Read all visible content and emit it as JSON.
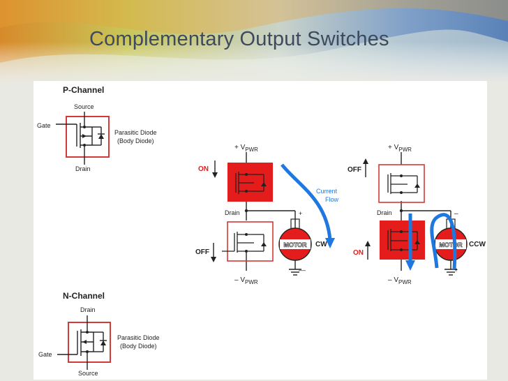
{
  "slide": {
    "title": "Complementary Output Switches"
  },
  "p_channel": {
    "heading": "P-Channel",
    "source": "Source",
    "gate": "Gate",
    "drain": "Drain",
    "diode_line1": "Parasitic Diode",
    "diode_line2": "(Body Diode)"
  },
  "n_channel": {
    "heading": "N-Channel",
    "drain": "Drain",
    "gate": "Gate",
    "source": "Source",
    "diode_line1": "Parasitic Diode",
    "diode_line2": "(Body Diode)"
  },
  "cw_circuit": {
    "vpwr_top": "+ V",
    "vpwr_bottom": "– V",
    "vpwr_sub": "PWR",
    "top_switch_state": "ON",
    "bottom_switch_state": "OFF",
    "drain": "Drain",
    "motor": "MOTOR",
    "direction": "CW",
    "plus": "+",
    "minus": "––",
    "flow_line1": "Current",
    "flow_line2": "Flow"
  },
  "ccw_circuit": {
    "vpwr_top": "+ V",
    "vpwr_bottom": "– V",
    "vpwr_sub": "PWR",
    "top_switch_state": "OFF",
    "bottom_switch_state": "ON",
    "drain": "Drain",
    "motor": "MOTOR",
    "direction": "CCW",
    "plus": "+",
    "minus": "–"
  },
  "colors": {
    "on_red": "#e51c1c",
    "outline_red": "#d23a3a",
    "flow_blue": "#1f78e0",
    "title": "#3e4a5c"
  }
}
